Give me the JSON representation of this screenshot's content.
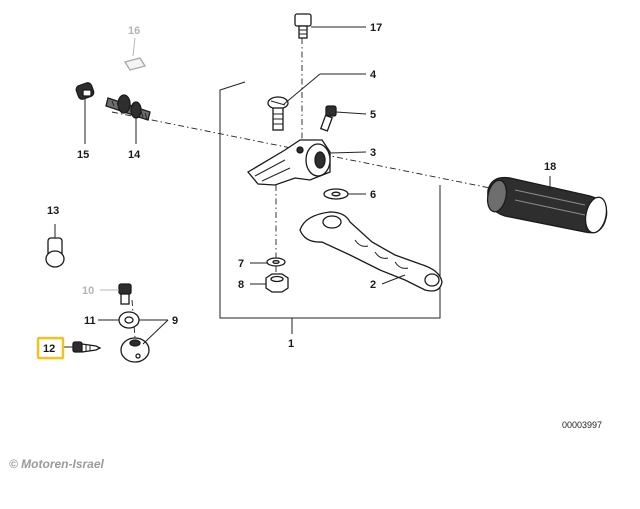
{
  "callouts": [
    {
      "id": "1",
      "label": "1",
      "muted": false,
      "highlighted": false
    },
    {
      "id": "2",
      "label": "2",
      "muted": false,
      "highlighted": false
    },
    {
      "id": "3",
      "label": "3",
      "muted": false,
      "highlighted": false
    },
    {
      "id": "4",
      "label": "4",
      "muted": false,
      "highlighted": false
    },
    {
      "id": "5",
      "label": "5",
      "muted": false,
      "highlighted": false
    },
    {
      "id": "6",
      "label": "6",
      "muted": false,
      "highlighted": false
    },
    {
      "id": "7",
      "label": "7",
      "muted": false,
      "highlighted": false
    },
    {
      "id": "8",
      "label": "8",
      "muted": false,
      "highlighted": false
    },
    {
      "id": "9",
      "label": "9",
      "muted": false,
      "highlighted": false
    },
    {
      "id": "10",
      "label": "10",
      "muted": true,
      "highlighted": false
    },
    {
      "id": "11",
      "label": "11",
      "muted": false,
      "highlighted": false
    },
    {
      "id": "12",
      "label": "12",
      "muted": false,
      "highlighted": true
    },
    {
      "id": "13",
      "label": "13",
      "muted": false,
      "highlighted": false
    },
    {
      "id": "14",
      "label": "14",
      "muted": false,
      "highlighted": false
    },
    {
      "id": "15",
      "label": "15",
      "muted": false,
      "highlighted": false
    },
    {
      "id": "16",
      "label": "16",
      "muted": true,
      "highlighted": false
    },
    {
      "id": "17",
      "label": "17",
      "muted": false,
      "highlighted": false
    },
    {
      "id": "18",
      "label": "18",
      "muted": false,
      "highlighted": false
    }
  ],
  "drawing_number": "00003997",
  "copyright": "© Motoren-Israel",
  "colors": {
    "highlight": "#f2c318",
    "ink": "#1a1a1a",
    "muted": "#b5b5b5",
    "background": "#ffffff"
  }
}
